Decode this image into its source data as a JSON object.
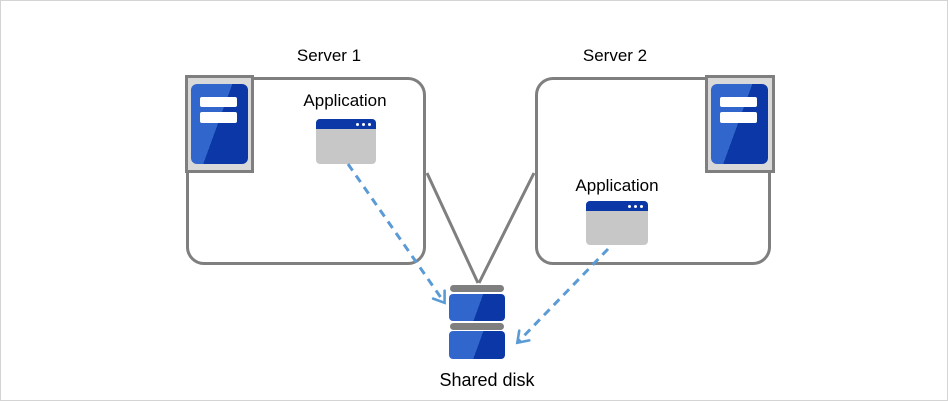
{
  "colors": {
    "line_gray": "#7f7f7f",
    "frame_fill": "#d9d9d9",
    "blue_light": "#3166cc",
    "blue_dark": "#0b38a6",
    "window_body": "#c7c7c7",
    "arrow_blue": "#5b9bd5",
    "canvas_border": "#d4d4d4",
    "text": "#000000"
  },
  "nodes": {
    "server1": {
      "label": "Server 1",
      "icon": "server-tower-icon",
      "application": {
        "label": "Application",
        "icon": "app-window-icon"
      }
    },
    "server2": {
      "label": "Server 2",
      "icon": "server-tower-icon",
      "application": {
        "label": "Application",
        "icon": "app-window-icon"
      }
    },
    "shared_disk": {
      "label": "Shared disk",
      "icon": "disk-stack-icon"
    }
  },
  "connections": [
    {
      "from": "server1",
      "to": "shared_disk",
      "style": "solid-gray-line"
    },
    {
      "from": "server2",
      "to": "shared_disk",
      "style": "solid-gray-line"
    },
    {
      "from": "server1-application",
      "to": "shared_disk",
      "style": "dashed-blue-arrow"
    },
    {
      "from": "server2-application",
      "to": "shared_disk",
      "style": "dashed-blue-arrow"
    }
  ]
}
